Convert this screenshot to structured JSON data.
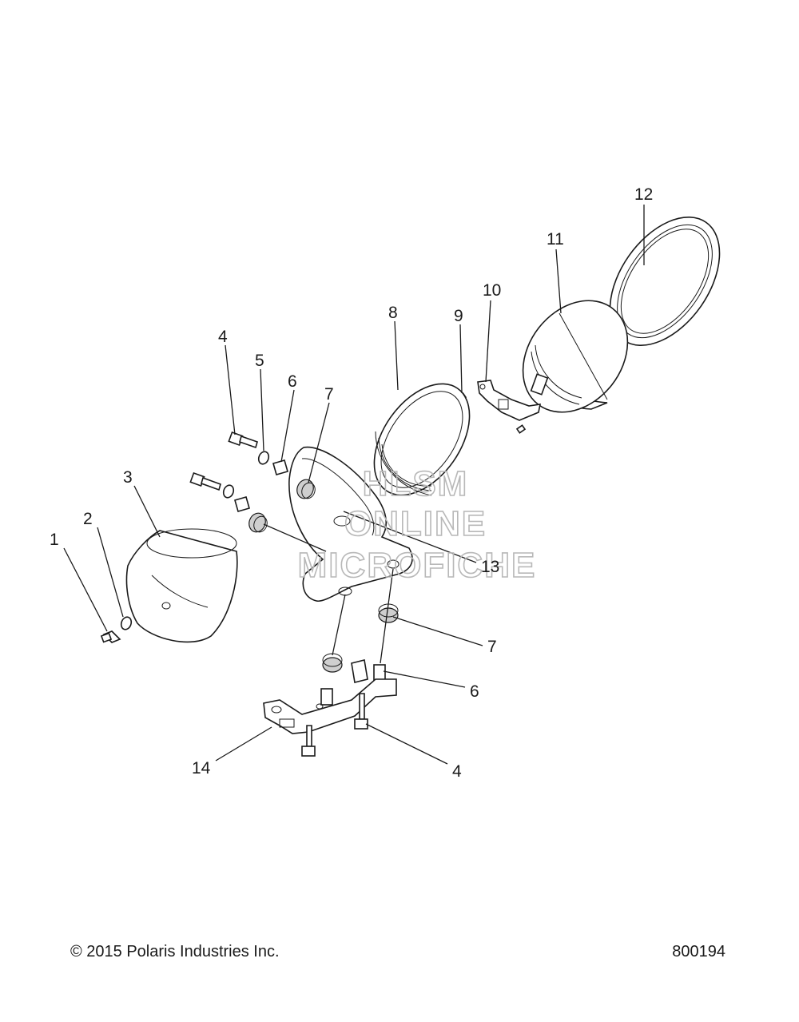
{
  "watermark": {
    "line1": "HLSM",
    "line2": "ONLINE",
    "line3": "MICROFICHE"
  },
  "callouts": [
    {
      "id": "c1",
      "label": "1"
    },
    {
      "id": "c2",
      "label": "2"
    },
    {
      "id": "c3",
      "label": "3"
    },
    {
      "id": "c4a",
      "label": "4"
    },
    {
      "id": "c5",
      "label": "5"
    },
    {
      "id": "c6a",
      "label": "6"
    },
    {
      "id": "c7a",
      "label": "7"
    },
    {
      "id": "c8",
      "label": "8"
    },
    {
      "id": "c9",
      "label": "9"
    },
    {
      "id": "c10",
      "label": "10"
    },
    {
      "id": "c11",
      "label": "11"
    },
    {
      "id": "c12",
      "label": "12"
    },
    {
      "id": "c13",
      "label": "13"
    },
    {
      "id": "c7b",
      "label": "7"
    },
    {
      "id": "c6b",
      "label": "6"
    },
    {
      "id": "c14",
      "label": "14"
    },
    {
      "id": "c4b",
      "label": "4"
    }
  ],
  "footer": {
    "copyright": "© 2015 Polaris Industries Inc.",
    "figure_number": "800194"
  }
}
